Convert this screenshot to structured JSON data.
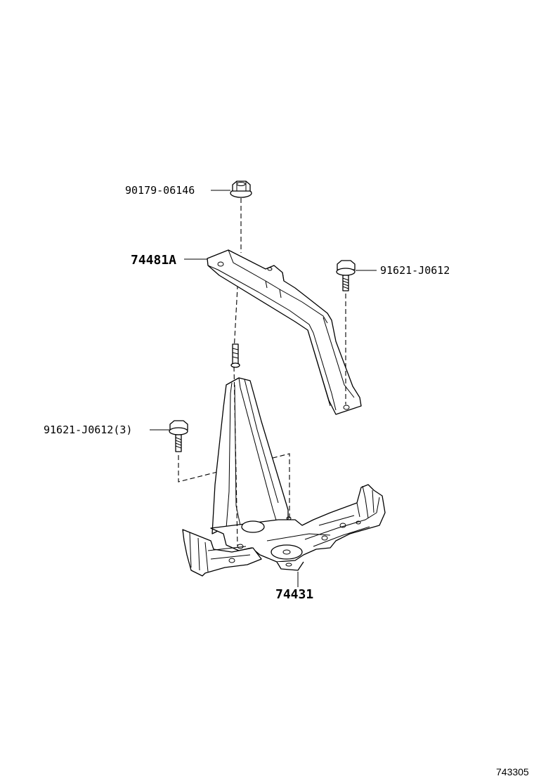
{
  "callouts": {
    "nut": "90179-06146",
    "bracket": "74481A",
    "bolt_right": "91621-J0612",
    "bolt_left": "91621-J0612(3)",
    "tray": "74431"
  },
  "diagram_code": "743305"
}
